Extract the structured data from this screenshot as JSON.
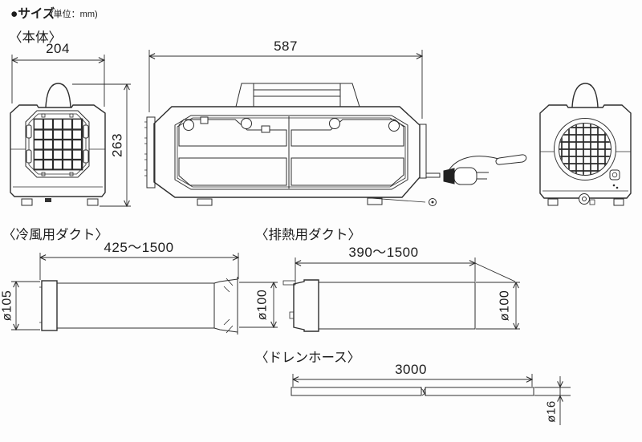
{
  "header": {
    "title": "●サイズ",
    "unit": "(単位：mm)"
  },
  "body_section": {
    "label": "〈本体〉",
    "front_width": "204",
    "height": "263",
    "depth": "587"
  },
  "cold_duct": {
    "label": "〈冷風用ダクト〉",
    "length_range": "425～1500",
    "inlet_diameter": "ø105",
    "outlet_diameter": "ø100"
  },
  "exhaust_duct": {
    "label": "〈排熱用ダクト〉",
    "length_range": "390～1500",
    "diameter": "ø100"
  },
  "drain_hose": {
    "label": "〈ドレンホース〉",
    "length": "3000",
    "diameter": "ø16"
  },
  "colors": {
    "line": "#2e2e2e",
    "text": "#1c1c1c",
    "background": "#fdfdfd"
  }
}
